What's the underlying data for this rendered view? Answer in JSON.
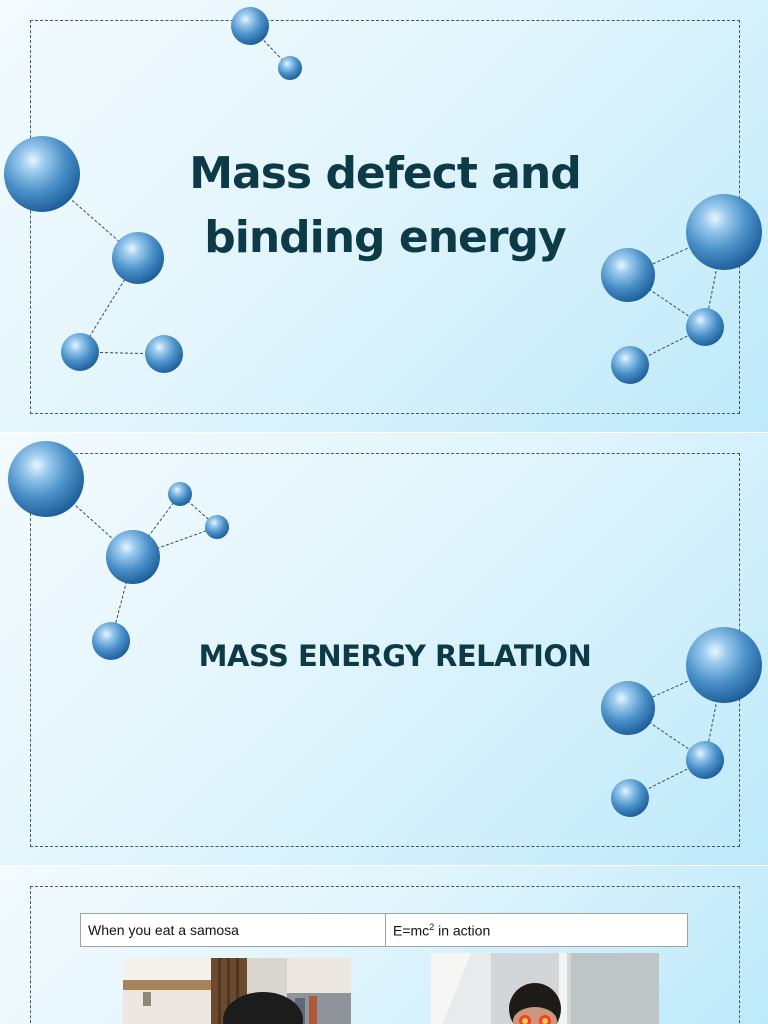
{
  "slides": [
    {
      "title_lines": [
        "Mass defect and",
        "binding energy"
      ]
    },
    {
      "title": "MASS ENERGY RELATION"
    },
    {
      "table": {
        "left_cell": "When you eat a samosa",
        "right_cell_base": "E=mc",
        "right_cell_sup": "2",
        "right_cell_rest": " in action"
      }
    }
  ],
  "colors": {
    "title": "#0d3a47",
    "sphere": "#4a90c8",
    "background": "#d8f1fb"
  }
}
